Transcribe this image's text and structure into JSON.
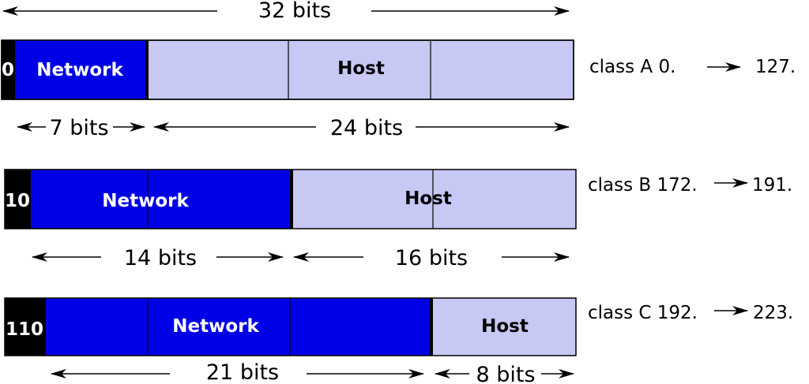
{
  "colors": {
    "network": "#0000e6",
    "host": "#c8c8f5",
    "prefix": "#000000"
  },
  "top_label": "32 bits",
  "rows": [
    {
      "prefix": "0",
      "network_label": "Network",
      "host_label": "Host",
      "network_bits": "7 bits",
      "host_bits": "24 bits",
      "class_label": "class A 0.",
      "range_end": "127."
    },
    {
      "prefix": "10",
      "network_label": "Network",
      "host_label": "Host",
      "network_bits": "14 bits",
      "host_bits": "16 bits",
      "class_label": "class B 172.",
      "range_end": "191."
    },
    {
      "prefix": "110",
      "network_label": "Network",
      "host_label": "Host",
      "network_bits": "21 bits",
      "host_bits": "8 bits",
      "class_label": "class C 192.",
      "range_end": "223."
    }
  ]
}
